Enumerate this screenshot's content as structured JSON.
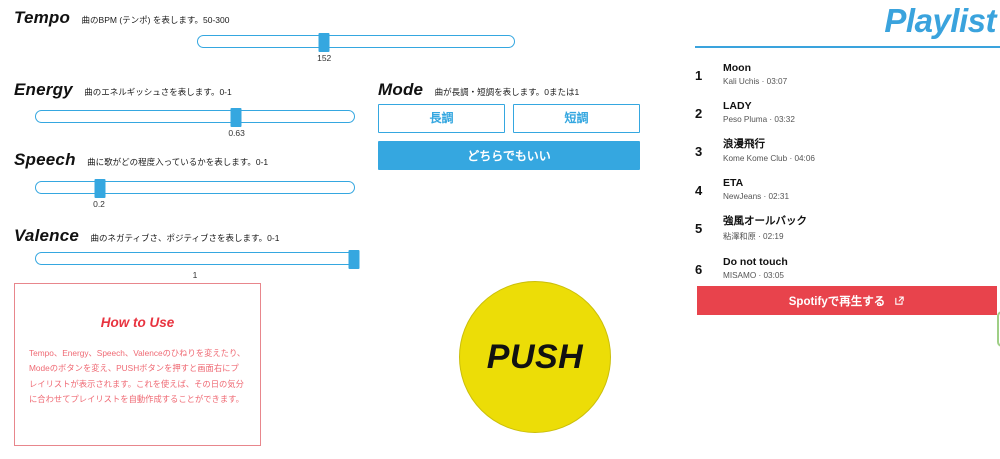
{
  "params": [
    {
      "name": "Tempo",
      "description": "曲のBPM (テンポ) を表します。50-300",
      "value": "152",
      "percent": 40
    },
    {
      "name": "Energy",
      "description": "曲のエネルギッシュさを表します。0-1",
      "value": "0.63",
      "percent": 63
    },
    {
      "name": "Speech",
      "description": "曲に歌がどの程度入っているかを表します。0-1",
      "value": "0.2",
      "percent": 20
    },
    {
      "name": "Valence",
      "description": "曲のネガティブさ、ポジティブさを表します。0-1",
      "value": "1",
      "percent": 100
    }
  ],
  "mode": {
    "name": "Mode",
    "description": "曲が長調・短調を表します。0または1",
    "major_label": "長調",
    "minor_label": "短調",
    "either_label": "どちらでもいい"
  },
  "howto": {
    "title": "How to Use",
    "body": "Tempo、Energy、Speech、Valenceのひねりを変えたり、Modeのボタンを変え、PUSHボタンを押すと画面右にプレイリストが表示されます。これを使えば、その日の気分に合わせてプレイリストを自動作成することができます。"
  },
  "push": {
    "label": "PUSH"
  },
  "playlist": {
    "title": "Playlist",
    "tracks": [
      {
        "num": "1",
        "name": "Moon",
        "meta": "Kali Uchis · 03:07"
      },
      {
        "num": "2",
        "name": "LADY",
        "meta": "Peso Pluma · 03:32"
      },
      {
        "num": "3",
        "name": "浪漫飛行",
        "meta": "Kome Kome Club · 04:06"
      },
      {
        "num": "4",
        "name": "ETA",
        "meta": "NewJeans · 02:31"
      },
      {
        "num": "5",
        "name": "強風オールバック",
        "meta": "粘澤和原 · 02:19"
      },
      {
        "num": "6",
        "name": "Do not touch",
        "meta": "MISAMO · 03:05"
      }
    ],
    "spotify_label": "Spotifyで再生する"
  },
  "colors": {
    "accent_blue": "#35a7e0",
    "playlist_blue": "#3aa3dd",
    "red": "#e8434c",
    "howto_red": "#ef6a74",
    "yellow": "#ecdd07",
    "green": "#9fcf86"
  }
}
